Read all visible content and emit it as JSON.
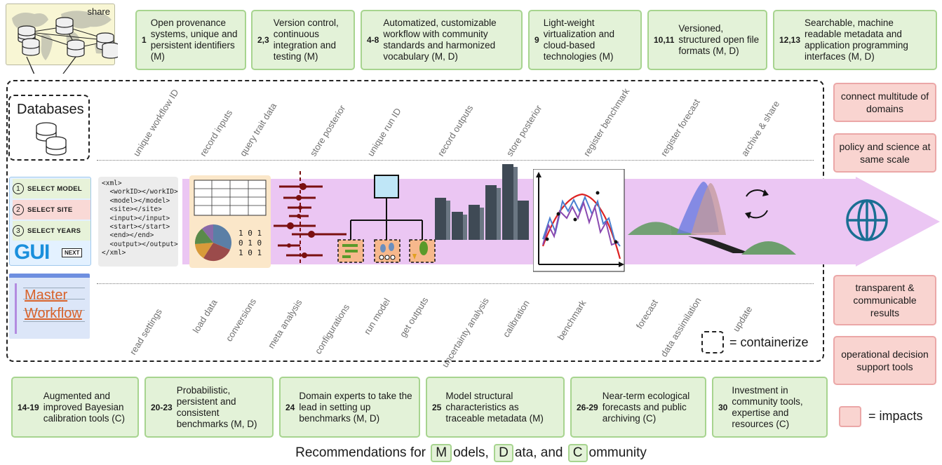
{
  "share_label": "share",
  "databases_label": "Databases",
  "recs_top": [
    {
      "num": "1",
      "text": "Open provenance systems, unique and persistent identifiers (M)"
    },
    {
      "num": "2,3",
      "text": "Version control, continuous integration and testing (M)"
    },
    {
      "num": "4-8",
      "text": "Automatized, customizable workflow with community standards and harmonized vocabulary (M, D)"
    },
    {
      "num": "9",
      "text": "Light-weight virtualization and cloud-based technologies (M)"
    },
    {
      "num": "10,11",
      "text": "Versioned, structured open file formats (M, D)"
    },
    {
      "num": "12,13",
      "text": "Searchable, machine readable metadata and application programming interfaces (M, D)"
    }
  ],
  "recs_bottom": [
    {
      "num": "14-19",
      "text": "Augmented and improved Bayesian calibration tools (C)"
    },
    {
      "num": "20-23",
      "text": "Probabilistic, persistent and consistent benchmarks (M, D)"
    },
    {
      "num": "24",
      "text": "Domain experts to take the lead in setting up benchmarks (M, D)"
    },
    {
      "num": "25",
      "text": "Model structural characteristics as traceable metadata (M)"
    },
    {
      "num": "26-29",
      "text": "Near-term ecological forecasts and public archiving (C)"
    },
    {
      "num": "30",
      "text": "Investment in community tools, expertise and resources (C)"
    }
  ],
  "impacts": [
    "connect multitude of domains",
    "policy and science at same scale",
    "transparent & communicable results",
    "operational decision support tools"
  ],
  "impacts_legend": "= impacts",
  "containerize_legend": "= containerize",
  "top_steps": [
    "unique workflow ID",
    "record inputs",
    "query trait data",
    "store posterior",
    "unique run ID",
    "record outputs",
    "store posterior",
    "register benchmark",
    "register forecast",
    "archive & share"
  ],
  "bottom_steps": [
    "read settings",
    "load data",
    "conversions",
    "meta analysis",
    "configurations",
    "run model",
    "get outputs",
    "uncertainty analysis",
    "calibration",
    "benchmark",
    "forecast",
    "data assimilation",
    "update"
  ],
  "gui": {
    "step1": "SELECT MODEL",
    "step2": "SELECT SITE",
    "step3": "SELECT YEARS",
    "n1": "1",
    "n2": "2",
    "n3": "3",
    "title": "GUI",
    "next": "NEXT"
  },
  "master_workflow": [
    "Master",
    "Workflow"
  ],
  "xml_lines": [
    "<xml>",
    "  <workID></workID>",
    "  <model></model>",
    "  <site></site>",
    "  <input></input>",
    "  <start></start>",
    "  <end></end>",
    "  <output></output>",
    "</xml>"
  ],
  "binary_lines": [
    "1 0 1",
    "0 1 0",
    "1 0 1"
  ],
  "footer": {
    "prefix": "Recommendations for",
    "m": "M",
    "m_rest": "odels,",
    "d": "D",
    "d_rest": "ata, and",
    "c": "C",
    "c_rest": "ommunity"
  },
  "colors": {
    "rec_fill": "#e3f2d8",
    "rec_border": "#a7d48f",
    "impact_fill": "#f9d4d0",
    "impact_border": "#eba7a7",
    "arrow": "#ebc6f3"
  }
}
